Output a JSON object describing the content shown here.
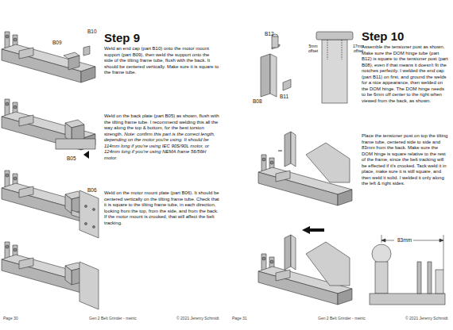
{
  "diagram": {
    "labels": [
      "Step 9",
      "Weld an end cap (part B10) onto the motor mount support (part B09), then weld the support onto the side of the tilting frame tube, flush with the back. It should be centered vertically. Make sure it is square to the frame tube.",
      "B09",
      "B10",
      "Weld on the back plate (part B05) as shown, flush with the tilting frame tube. I recommend welding this all the way along the top & bottom, for the best torsion strength.",
      "Note: confirm this part is the correct length, depending on the motor you're using. It should be 114mm long if you're using IEC 90S/90L motor, or 124mm long if you're using NEMA frame 56/56H motor.",
      "B05",
      "Weld on the motor mount plate (part B06). It should be centered vertically on the tilting frame tube. Check that it is square to the tilting frame tube, in each direction, looking from the top, from the side, and from the back. If the motor mount is crooked, that will affect the belt tracking.",
      "B06",
      "Page 30",
      "Gen 2 Belt Grinder - metric",
      "© 2021 Jeremy Schmidt",
      "B12",
      "B08",
      "B11",
      "5mm offset",
      "17mm offset",
      "Step 10",
      "Assemble the tensioner post as shown. Make sure the DOM hinge tube (part B12) is square to the tensioner post (part B08), even if that means it doesn't fit the notches perfectly. I welded the end cap (part B11) on first, and ground the welds for a nice appearance, then welded on the DOM hinge. The DOM hinge needs to be 6mm off center to the right when viewed from the back, as shown.",
      "Place the tensioner post on top the tilting frame tube, centered side to side and 83mm from the back. Make sure the DOM hinge is square relative to the rest of the frame, since the belt tracking will be effected if it's crooked. Tack weld it in place, make sure it is still square, and then weld it solid. I welded it only along the left & right sides.",
      "83mm",
      "Page 31",
      "Gen 2 Belt Grinder - metric",
      "© 2021 Jeremy Schmidt"
    ]
  }
}
